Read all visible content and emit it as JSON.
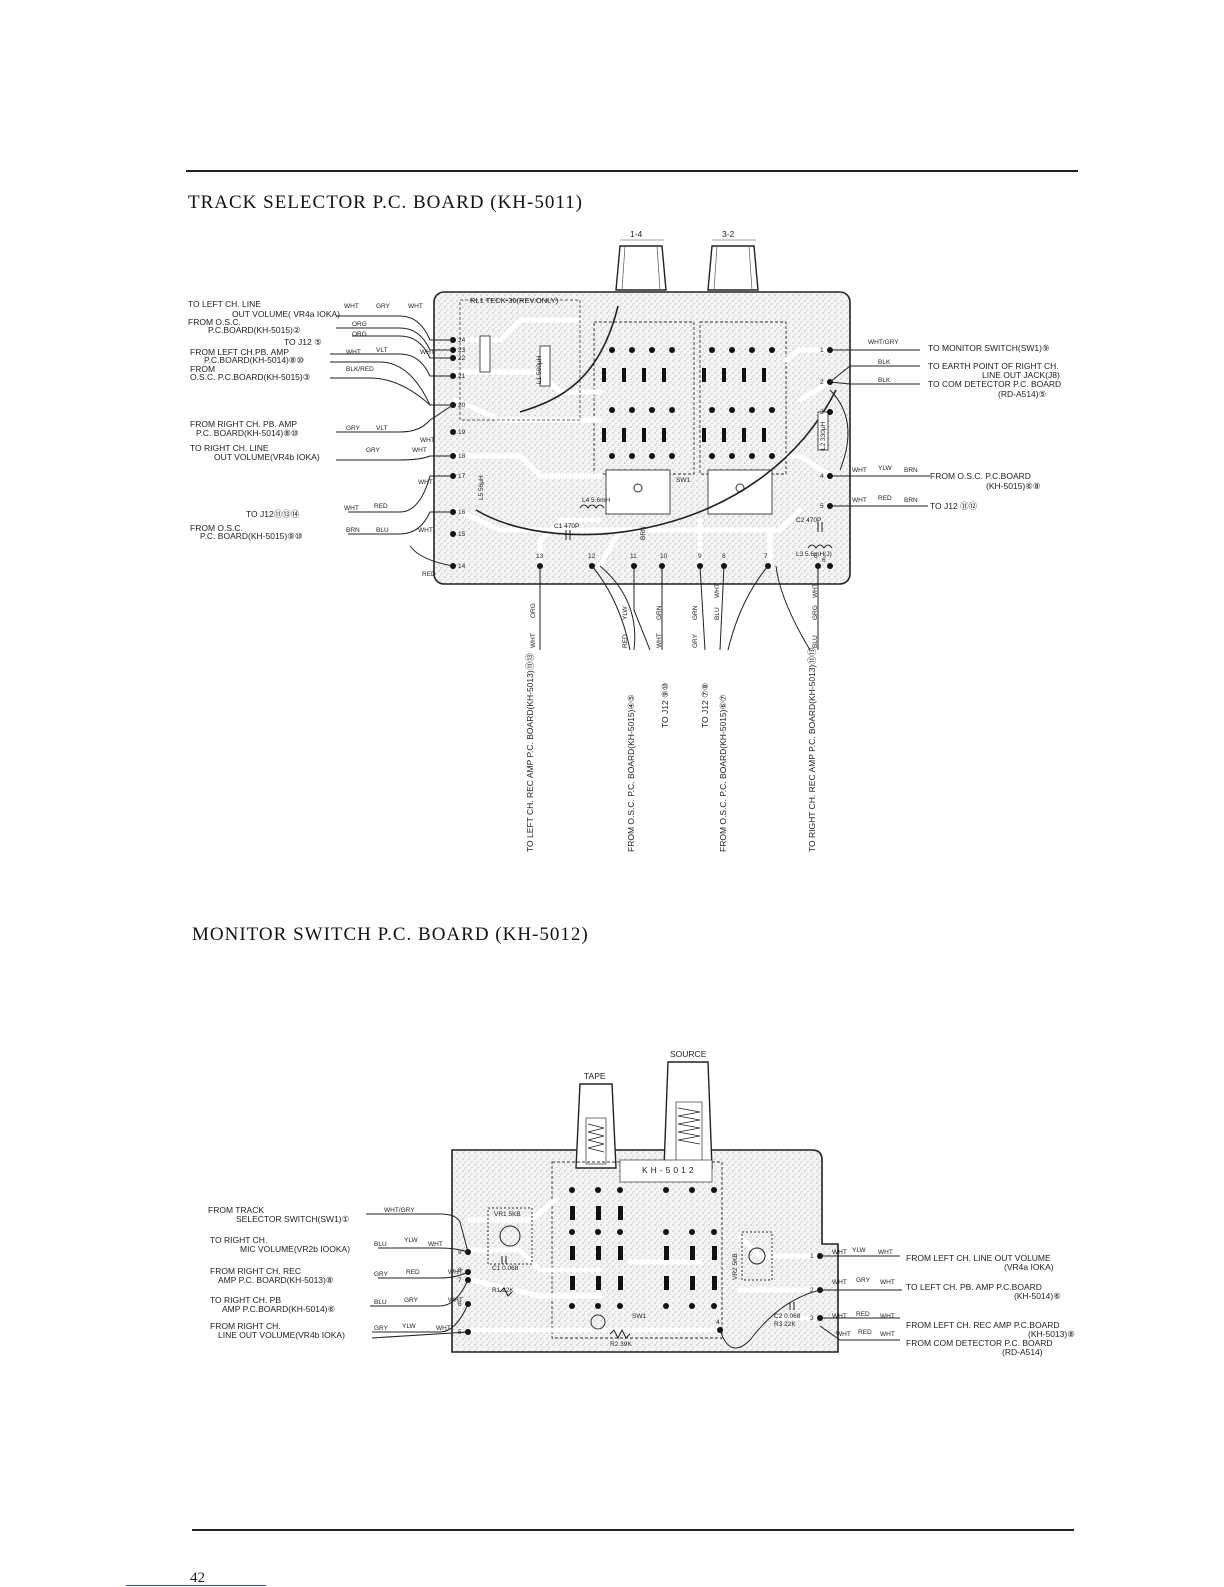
{
  "page": {
    "number": "42"
  },
  "board1": {
    "title": "TRACK SELECTOR P.C. BOARD (KH-5011)",
    "plate": "RL1 TECK-36(REV.ONLY)",
    "switches": [
      "1-4",
      "3-2"
    ],
    "parts": {
      "sw": "SW1",
      "l1": "L1 560μH",
      "l2": "L2 330μH",
      "l3": "L3 5.6mH(J)",
      "l4": "L4 5.6mH",
      "c1": "C1 470P",
      "c2": "C2 470P",
      "l5": "L5 56μH"
    },
    "left_labels": [
      "TO LEFT CH. LINE",
      "OUT VOLUME( VR4a IOKA)",
      "FROM O.S.C.",
      "P.C.BOARD(KH-5015)②",
      "TO J12 ⑤",
      "FROM LEFT CH.PB. AMP",
      "P.C.BOARD(KH-5014)⑧⑩",
      "FROM",
      "O.S.C. P.C.BOARD(KH-5015)③",
      "FROM RIGHT CH. PB. AMP",
      "P.C. BOARD(KH-5014)⑧⑩",
      "TO RIGHT CH. LINE",
      "OUT VOLUME(VR4b IOKA)",
      "TO J12⑪⑬⑭",
      "FROM O.S.C.",
      "P.C. BOARD(KH-5015)⑨⑩"
    ],
    "right_labels": [
      "TO MONITOR SWITCH(SW1)⑨",
      "TO EARTH POINT OF RIGHT CH.",
      "LINE OUT JACK(J8)",
      "TO COM DETECTOR P.C. BOARD",
      "(RD-A514)⑤",
      "FROM O.S.C. P.C.BOARD",
      "(KH-5015)⑥⑧",
      "TO J12 ⑪⑫"
    ],
    "bottom_labels": [
      "TO LEFT CH. REC AMP P.C. BOARD(KH-5013)⑪⑬",
      "FROM O.S.C. P.C. BOARD(KH-5015)④⑤",
      "TO J12 ⑨⑩",
      "TO J12 ⑦⑧",
      "FROM O.S.C. P.C. BOARD(KH-5015)⑥⑦",
      "TO RIGHT CH. REC AMP P.C. BOARD(KH-5013)⑪⑬"
    ],
    "left_pins": [
      "24",
      "23",
      "22",
      "21",
      "20",
      "19",
      "18",
      "17",
      "16",
      "15",
      "14"
    ],
    "right_pins": [
      "1",
      "2",
      "3",
      "4",
      "5",
      "6"
    ],
    "bottom_pins": [
      "13",
      "12",
      "11",
      "10",
      "9",
      "8",
      "7",
      "6"
    ],
    "wires_left": [
      "WHT",
      "GRY",
      "WHT",
      "ORG",
      "ORG",
      "WHT",
      "VLT",
      "WHT",
      "BLK/RED",
      "GRY",
      "VLT",
      "WHT",
      "GRY",
      "WHT",
      "WHT",
      "RED",
      "WHT",
      "BRN",
      "BLU",
      "WHT",
      "RED"
    ],
    "wires_right": [
      "WHT/GRY",
      "BLK",
      "BLK",
      "WHT",
      "YLW",
      "BRN",
      "WHT",
      "RED",
      "BRN"
    ],
    "wires_bottom": [
      "WHT",
      "ORG",
      "RED",
      "YLW",
      "WHT",
      "GRN",
      "GRN",
      "GRY",
      "BLU",
      "WHT",
      "BLU",
      "GRG",
      "WHT",
      "BRN"
    ]
  },
  "board2": {
    "title": "MONITOR SWITCH P.C. BOARD (KH-5012)",
    "plate": "KH-5012",
    "switches": [
      "TAPE",
      "SOURCE"
    ],
    "parts": {
      "vr1": "VR1 5KB",
      "vr2": "VR2 5KB",
      "c1": "C1 0.068",
      "c2": "C2 0.068",
      "r1": "R1 22K",
      "r2": "R2 39K",
      "r3": "R3 22K",
      "sw": "SW1"
    },
    "left_labels": [
      "FROM TRACK",
      "SELECTOR SWITCH(SW1)①",
      "TO RIGHT CH.",
      "MIC VOLUME(VR2b IOOKA)",
      "FROM RIGHT CH. REC",
      "AMP P.C. BOARD(KH-5013)⑧",
      "TO RIGHT CH. PB",
      "AMP P.C.BOARD(KH-5014)⑥",
      "FROM RIGHT CH.",
      "LINE OUT VOLUME(VR4b IOKA)"
    ],
    "right_labels": [
      "FROM LEFT CH. LINE OUT VOLUME",
      "(VR4a IOKA)",
      "TO LEFT CH. PB. AMP P.C.BOARD",
      "(KH-5014)⑥",
      "FROM LEFT CH. REC AMP P.C.BOARD",
      "(KH-5013)⑧",
      "FROM COM DETECTOR P.C. BOARD",
      "(RD-A514)"
    ],
    "left_pins": [
      "9",
      "8",
      "7",
      "6",
      "5"
    ],
    "right_pins": [
      "1",
      "2",
      "3",
      "4"
    ],
    "wires_left": [
      "WHT/GRY",
      "BLU",
      "YLW",
      "WHT",
      "GRY",
      "RED",
      "WHT",
      "BLU",
      "GRY",
      "WHT",
      "GRY",
      "YLW",
      "WHT"
    ],
    "wires_right": [
      "WHT",
      "YLW",
      "WHT",
      "WHT",
      "GRY",
      "WHT",
      "WHT",
      "RED",
      "WHT",
      "WHT",
      "RED",
      "WHT"
    ]
  }
}
